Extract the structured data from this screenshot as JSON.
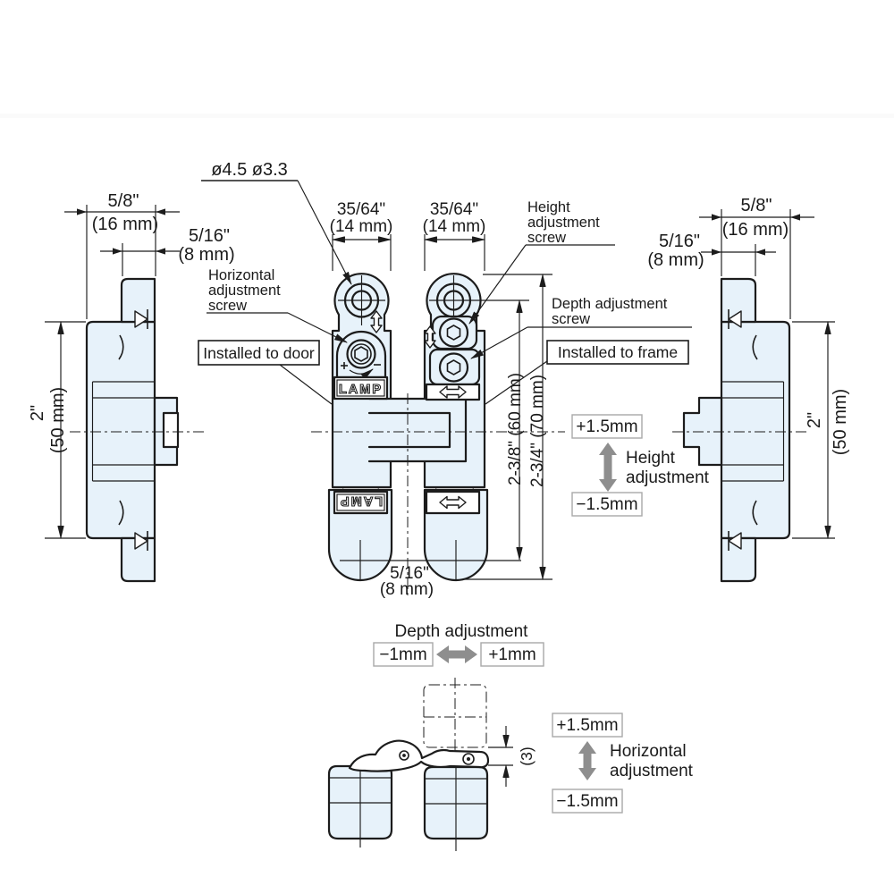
{
  "colors": {
    "line": "#1c1c1c",
    "part_fill": "#e7f2fa",
    "legend_gray": "#8e8e8e",
    "legend_box_border": "#a9a9a9"
  },
  "labels": {
    "hole_diameters": "ø4.5 ø3.3",
    "horizontal_screw": {
      "l1": "Horizontal",
      "l2": "adjustment",
      "l3": "screw"
    },
    "height_screw": {
      "l1": "Height",
      "l2": "adjustment",
      "l3": "screw"
    },
    "depth_screw": {
      "l1": "Depth adjustment",
      "l2": "screw"
    },
    "installed_door": "Installed to door",
    "installed_frame": "Installed to frame",
    "brand": "LAMP"
  },
  "dims": {
    "left_flange_w_in": "5/8\"",
    "left_flange_w_mm": "(16 mm)",
    "left_body_d_in": "5/16\"",
    "left_body_d_mm": "(8 mm)",
    "right_flange_w_in": "5/8\"",
    "right_flange_w_mm": "(16 mm)",
    "right_body_d_in": "5/16\"",
    "right_body_d_mm": "(8 mm)",
    "left_height_in": "2\"",
    "left_height_mm": "(50 mm)",
    "right_height_in": "2\"",
    "right_height_mm": "(50 mm)",
    "door_body_w_in": "35/64\"",
    "door_body_w_mm": "(14 mm)",
    "frame_body_w_in": "35/64\"",
    "frame_body_w_mm": "(14 mm)",
    "pitch_height": "2-3/8\" (60 mm)",
    "overall_height": "2-3/4\" (70 mm)",
    "bottom_gap_in": "5/16\"",
    "bottom_gap_mm": "(8 mm)",
    "arm_thickness": "(3)"
  },
  "adjust": {
    "height": {
      "plus": "+1.5mm",
      "minus": "−1.5mm",
      "l1": "Height",
      "l2": "adjustment"
    },
    "depth": {
      "title": "Depth adjustment",
      "minus": "−1mm",
      "plus": "+1mm"
    },
    "horizontal": {
      "plus": "+1.5mm",
      "minus": "−1.5mm",
      "l1": "Horizontal",
      "l2": "adjustment"
    }
  }
}
